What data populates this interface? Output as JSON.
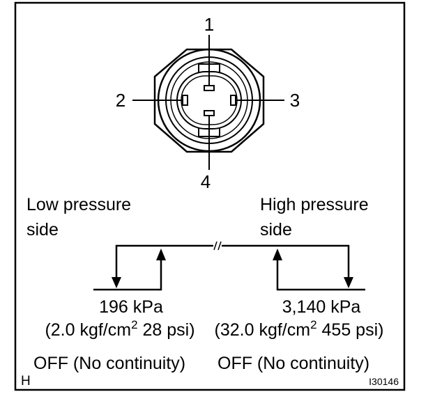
{
  "pins": {
    "p1": "1",
    "p2": "2",
    "p3": "3",
    "p4": "4"
  },
  "labels": {
    "low_line1": "Low pressure",
    "low_line2": "side",
    "high_line1": "High pressure",
    "high_line2": "side"
  },
  "low_value": {
    "kpa": "196 kPa",
    "alt_open": "(2.0 kgf/cm",
    "alt_sup": "2",
    "alt_close": " 28 psi)"
  },
  "high_value": {
    "kpa": "3,140 kPa",
    "alt_open": "(32.0 kgf/cm",
    "alt_sup": "2",
    "alt_close": " 455 psi)"
  },
  "states": {
    "low_state": "OFF (No continuity)",
    "high_state": "OFF (No continuity)"
  },
  "corner": {
    "letter": "H",
    "figure_id": "I30146"
  }
}
